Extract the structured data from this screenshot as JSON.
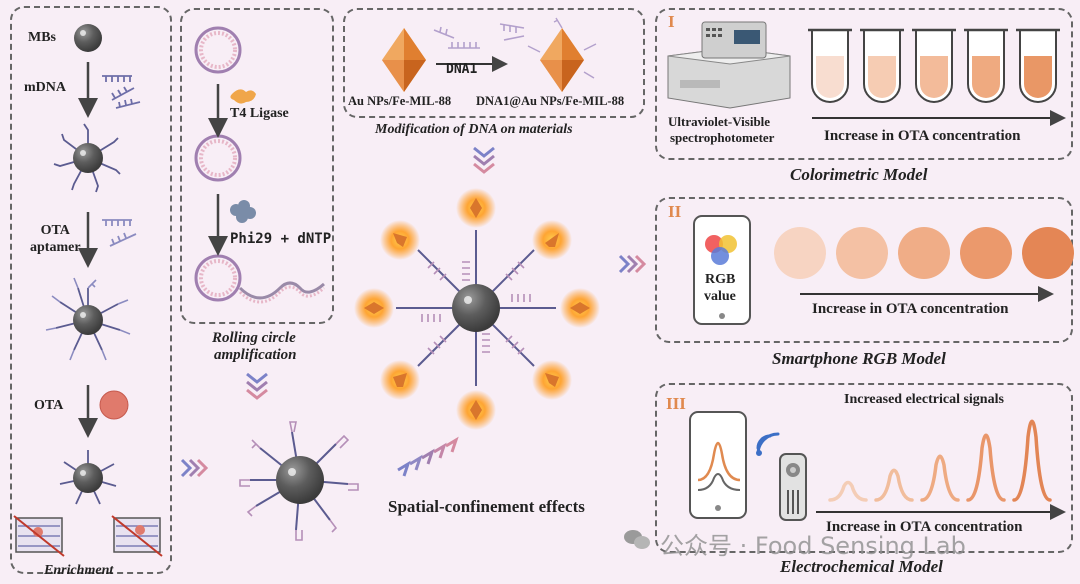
{
  "enrichment": {
    "labels": [
      "MBs",
      "mDNA",
      "OTA\naptamer",
      "OTA"
    ],
    "caption": "Enrichment"
  },
  "rca": {
    "step1": "T4 Ligase",
    "step2": "Phi29 + dNTP",
    "caption_line1": "Rolling circle",
    "caption_line2": "amplification"
  },
  "modification": {
    "reagent": "DNA1",
    "left": "Au NPs/Fe-MIL-88",
    "right": "DNA1@Au NPs/Fe-MIL-88",
    "caption": "Modification of DNA on materials"
  },
  "center": {
    "caption": "Spatial-confinement effects"
  },
  "colorimetric": {
    "numeral": "I",
    "instrument_line1": "Ultraviolet-Visible",
    "instrument_line2": "spectrophotometer",
    "axis_label": "Increase in OTA concentration",
    "title": "Colorimetric Model",
    "tube_colors": [
      "#f8ddd0",
      "#f6ccb3",
      "#f3bb9a",
      "#efaa80",
      "#e99766"
    ]
  },
  "smartphone": {
    "numeral": "II",
    "phone_line1": "RGB",
    "phone_line2": "value",
    "axis_label": "Increase in OTA concentration",
    "title": "Smartphone RGB Model",
    "circle_colors": [
      "#f7d4c2",
      "#f4c1a4",
      "#f0ad87",
      "#eb996c",
      "#e48655"
    ]
  },
  "electrochemical": {
    "numeral": "III",
    "signal_label": "Increased electrical signals",
    "axis_label": "Increase in OTA concentration",
    "title": "Electrochemical Model",
    "peak_colors": [
      "#f4cdb6",
      "#f1bd9c",
      "#eeaa82",
      "#e9966a",
      "#e28555"
    ]
  },
  "watermark": "公众号 · Food Sensing Lab"
}
